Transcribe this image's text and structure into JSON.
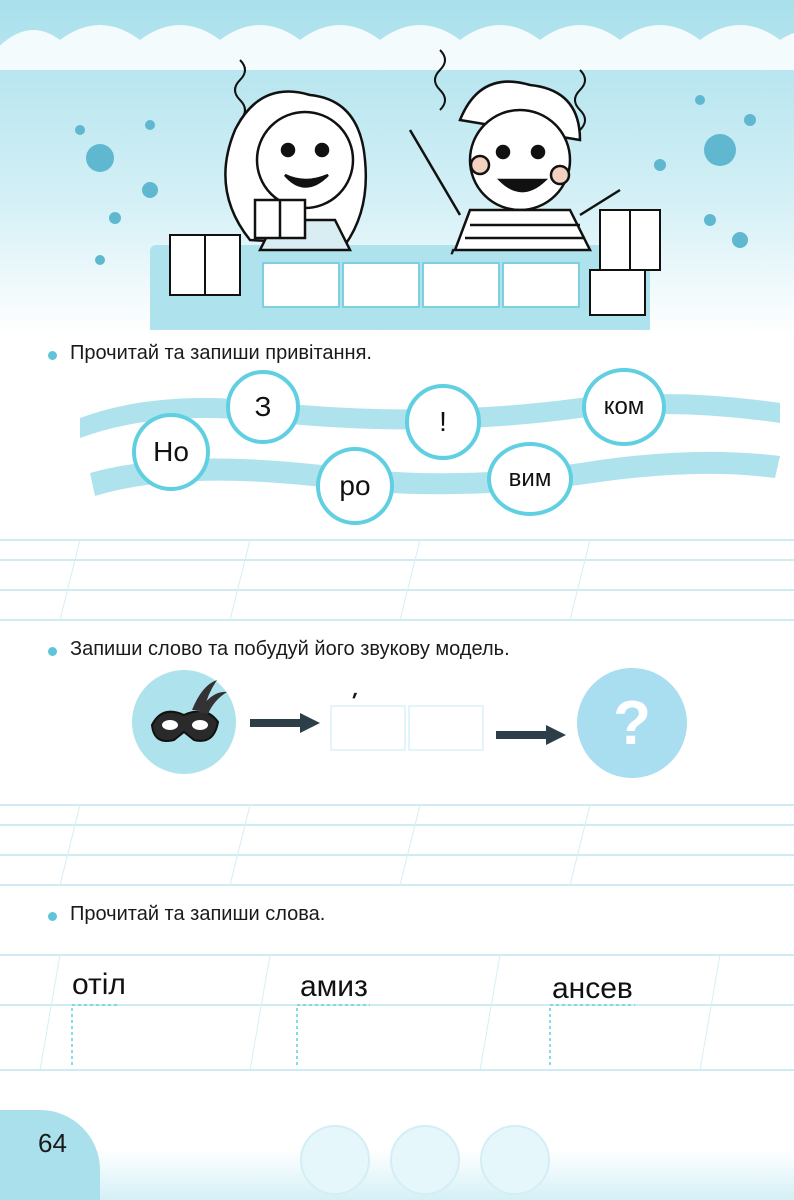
{
  "page": {
    "number": "64"
  },
  "header": {
    "stress_mark": "ʹ"
  },
  "task1": {
    "instruction": "Прочитай та запиши привітання.",
    "syllables": [
      "Но",
      "З",
      "ро",
      "!",
      "вим",
      "ком"
    ]
  },
  "task2": {
    "instruction": "Запиши слово та побудуй його звукову модель.",
    "stress_mark": "ʹ",
    "question": "?"
  },
  "task3": {
    "instruction": "Прочитай та запиши слова.",
    "words": [
      "отіл",
      "амиз",
      "ансев"
    ]
  },
  "colors": {
    "accent": "#5fcfe1",
    "band": "#a9e0ec",
    "line": "#bfe6ef"
  },
  "icons": [
    "mask-icon",
    "arrow-right-icon",
    "question-icon",
    "smiley-icon"
  ]
}
